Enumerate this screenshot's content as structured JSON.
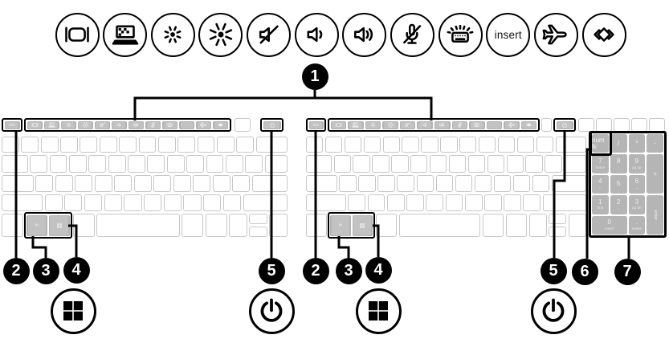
{
  "legend_icons": [
    {
      "name": "switch-screen-image-icon"
    },
    {
      "name": "privacy-screen-icon"
    },
    {
      "name": "screen-brightness-down-icon"
    },
    {
      "name": "screen-brightness-up-icon"
    },
    {
      "name": "speaker-mute-icon"
    },
    {
      "name": "volume-down-icon"
    },
    {
      "name": "volume-up-icon"
    },
    {
      "name": "microphone-mute-icon"
    },
    {
      "name": "keyboard-backlight-icon"
    },
    {
      "name": "insert-key-icon",
      "label": "insert"
    },
    {
      "name": "airplane-mode-icon"
    },
    {
      "name": "programmable-key-icon"
    }
  ],
  "callout_badges": [
    "1",
    "2",
    "3",
    "4",
    "5",
    "2",
    "3",
    "4",
    "5",
    "6",
    "7"
  ],
  "key_labels": {
    "esc": "esc",
    "fn": "fn"
  },
  "numpad_keys": [
    {
      "label": "num lk",
      "tag": "",
      "pos": "r0c0",
      "outlined": true
    },
    {
      "label": "/",
      "tag": "",
      "pos": "r0c1"
    },
    {
      "label": "*",
      "tag": "",
      "pos": "r0c2"
    },
    {
      "label": "-",
      "tag": "",
      "pos": "r0c3"
    },
    {
      "label": "7",
      "tag": "home",
      "pos": "r1c0"
    },
    {
      "label": "8",
      "tag": "↑",
      "pos": "r1c1"
    },
    {
      "label": "9",
      "tag": "pg up",
      "pos": "r1c2"
    },
    {
      "label": "+",
      "tag": "",
      "pos": "r1c3",
      "rowspan": 2
    },
    {
      "label": "4",
      "tag": "←",
      "pos": "r2c0"
    },
    {
      "label": "5",
      "tag": "",
      "pos": "r2c1"
    },
    {
      "label": "6",
      "tag": "→",
      "pos": "r2c2"
    },
    {
      "label": "1",
      "tag": "end",
      "pos": "r3c0"
    },
    {
      "label": "2",
      "tag": "↓",
      "pos": "r3c1"
    },
    {
      "label": "3",
      "tag": "pg dn",
      "pos": "r3c2"
    },
    {
      "label": "enter",
      "tag": "",
      "pos": "r3c3",
      "rowspan": 2,
      "vertical": true
    },
    {
      "label": "0",
      "tag": "insert",
      "pos": "r4c0",
      "colspan": 2
    },
    {
      "label": ".",
      "tag": "delete",
      "pos": "r4c2"
    }
  ],
  "bottom_symbols": [
    {
      "name": "windows-key-icon"
    },
    {
      "name": "power-button-icon"
    },
    {
      "name": "windows-key-icon"
    },
    {
      "name": "power-button-icon"
    }
  ],
  "colors": {
    "highlight_key": "#b3b3b3",
    "light_key_border": "#c7c7c7",
    "callout_bg": "#000000",
    "callout_text": "#ffffff",
    "line": "#000000"
  }
}
